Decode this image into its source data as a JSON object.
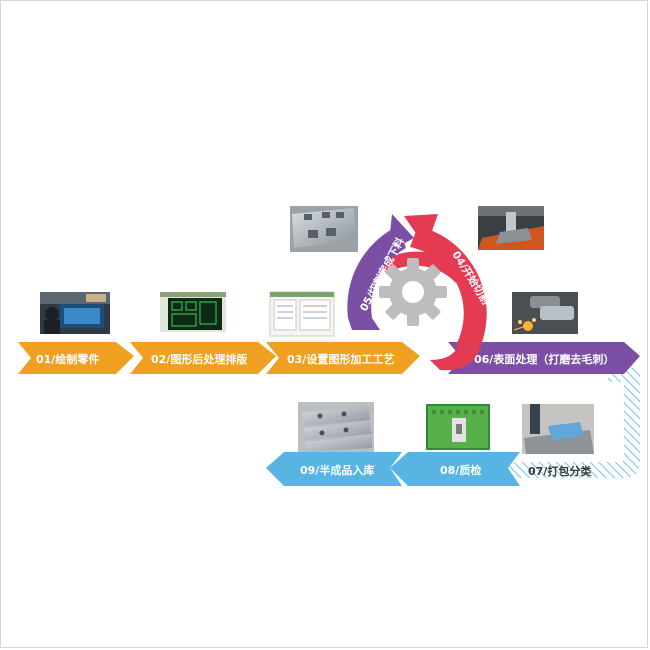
{
  "colors": {
    "orange": "#f0a020",
    "purple": "#7b4fa3",
    "red": "#e43a52",
    "blue": "#57b4e3",
    "gear": "#bdbdbd",
    "hatch": "#7cc6ee"
  },
  "steps": [
    {
      "label": "01/绘制零件",
      "color": "#f0a020",
      "photo_icon": "cad-workstation-photo-icon"
    },
    {
      "label": "02/图形后处理排版",
      "color": "#f0a020",
      "photo_icon": "nesting-layout-screenshot-icon"
    },
    {
      "label": "03/设置图形加工工艺",
      "color": "#f0a020",
      "photo_icon": "process-settings-screenshot-icon"
    },
    {
      "label": "04/开始切割",
      "color": "#e43a52",
      "photo_icon": "laser-cutting-photo-icon"
    },
    {
      "label": "05/切割完成下料",
      "color": "#7b4fa3",
      "photo_icon": "cut-parts-photo-icon"
    },
    {
      "label": "06/表面处理（打磨去毛刺）",
      "color": "#7b4fa3",
      "photo_icon": "grinding-photo-icon"
    },
    {
      "label": "07/打包分类",
      "color": "#ffffff",
      "photo_icon": "packing-photo-icon"
    },
    {
      "label": "08/质检",
      "color": "#57b4e3",
      "photo_icon": "quality-inspection-photo-icon"
    },
    {
      "label": "09/半成品入库",
      "color": "#57b4e3",
      "photo_icon": "finished-parts-photo-icon"
    }
  ]
}
